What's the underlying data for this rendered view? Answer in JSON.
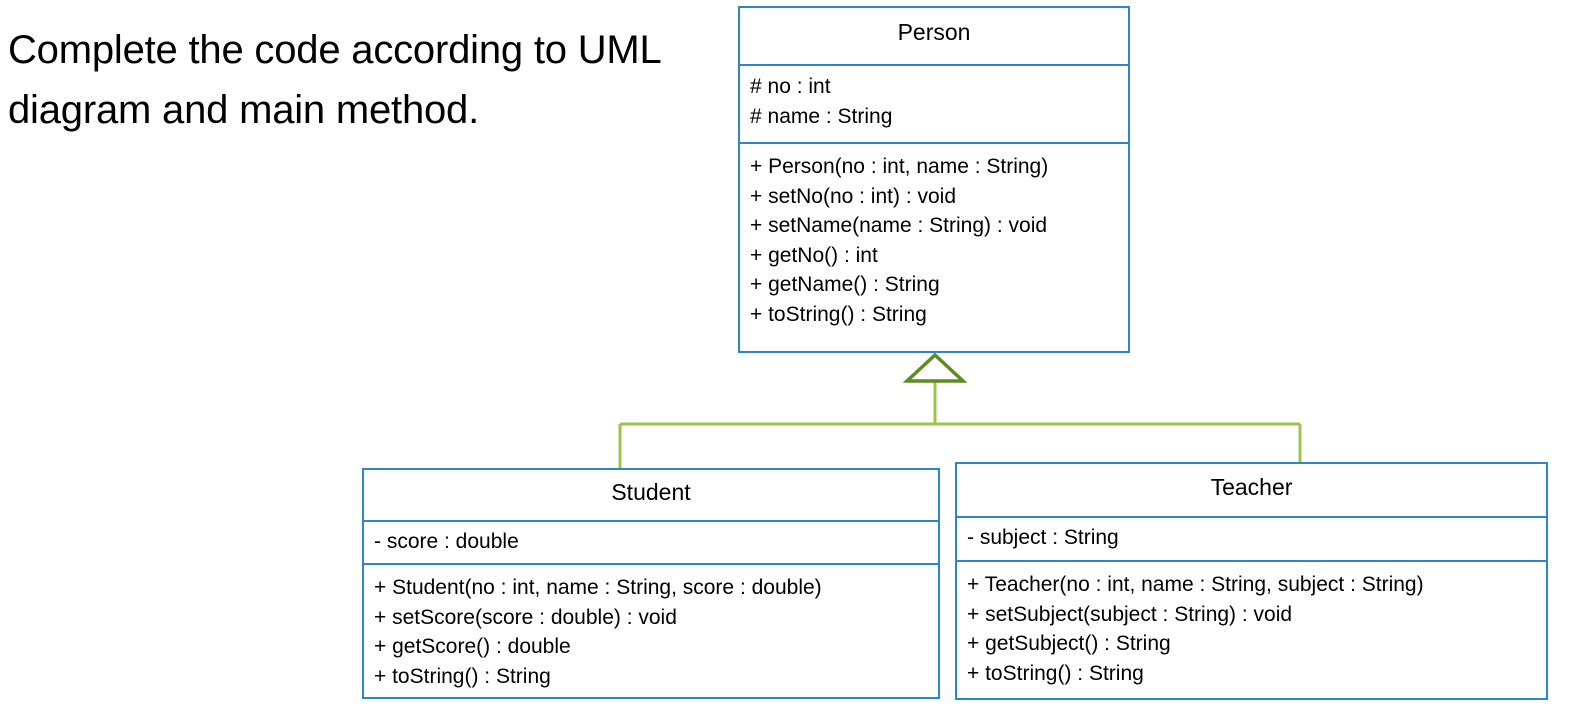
{
  "instruction": {
    "text": "Complete the code according to UML diagram and main method."
  },
  "colors": {
    "class_border": "#2E86C8",
    "connector_line": "#9BC44A",
    "arrow_outline": "#5E8B23",
    "background": "#FFFFFF",
    "text": "#000000"
  },
  "diagram": {
    "type": "uml-class-diagram",
    "relationship": "generalization",
    "classes": [
      {
        "id": "person",
        "name": "Person",
        "attributes": [
          "# no : int",
          "# name : String"
        ],
        "methods": [
          "+ Person(no : int, name : String)",
          "+ setNo(no : int) : void",
          "+ setName(name : String) : void",
          "+ getNo() : int",
          "+ getName() : String",
          "+ toString() : String"
        ]
      },
      {
        "id": "student",
        "name": "Student",
        "attributes": [
          "- score : double"
        ],
        "methods": [
          "+ Student(no : int, name : String, score : double)",
          "+ setScore(score : double) : void",
          "+ getScore() : double",
          "+ toString() : String"
        ]
      },
      {
        "id": "teacher",
        "name": "Teacher",
        "attributes": [
          "- subject : String"
        ],
        "methods": [
          "+ Teacher(no : int, name : String, subject : String)",
          "+ setSubject(subject : String) : void",
          "+ getSubject() : String",
          "+ toString() : String"
        ]
      }
    ],
    "edges": [
      {
        "from": "student",
        "to": "person",
        "kind": "inheritance"
      },
      {
        "from": "teacher",
        "to": "person",
        "kind": "inheritance"
      }
    ]
  }
}
